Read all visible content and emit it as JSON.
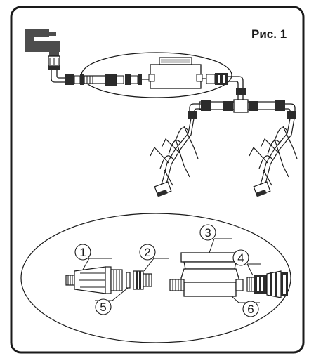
{
  "figure": {
    "title": "Рис. 1",
    "callouts": [
      {
        "id": "1",
        "label": "1"
      },
      {
        "id": "2",
        "label": "2"
      },
      {
        "id": "3",
        "label": "3"
      },
      {
        "id": "4",
        "label": "4"
      },
      {
        "id": "5",
        "label": "5"
      },
      {
        "id": "6",
        "label": "6"
      }
    ]
  },
  "colors": {
    "frame": "#1a1a1a",
    "faucet": "#4d4d4d",
    "line": "#1a1a1a",
    "fill_light": "#ffffff",
    "fill_dark": "#2b2b2b",
    "fill_mid": "#8a8a8a"
  }
}
